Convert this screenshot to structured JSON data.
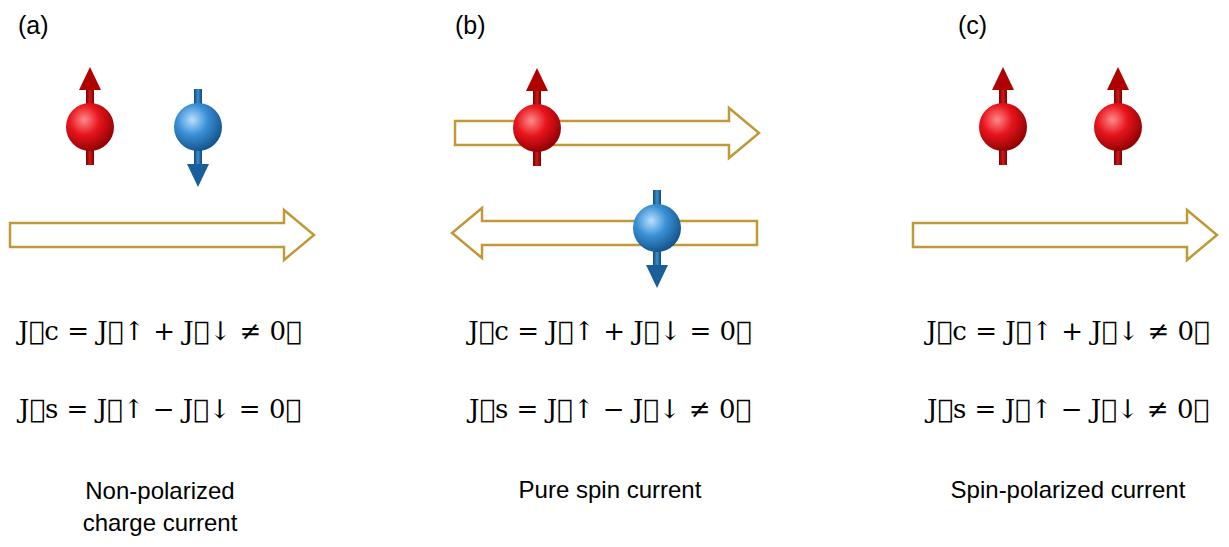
{
  "diagram": {
    "labels": [
      "(a)",
      "(b)",
      "(c)",
      "J⃗c = J⃗↑ + J⃗↓ ≠ 0⃗",
      "J⃗s = J⃗↑ − J⃗↓ = 0⃗",
      "J⃗c = J⃗↑ + J⃗↓ = 0⃗",
      "J⃗s = J⃗↑ − J⃗↓ ≠ 0⃗",
      "J⃗c = J⃗↑ + J⃗↓ ≠ 0⃗",
      "J⃗s = J⃗↑ − J⃗↓ ≠ 0⃗",
      "Non-polarized charge current",
      "Pure spin current",
      "Spin-polarized current"
    ]
  }
}
